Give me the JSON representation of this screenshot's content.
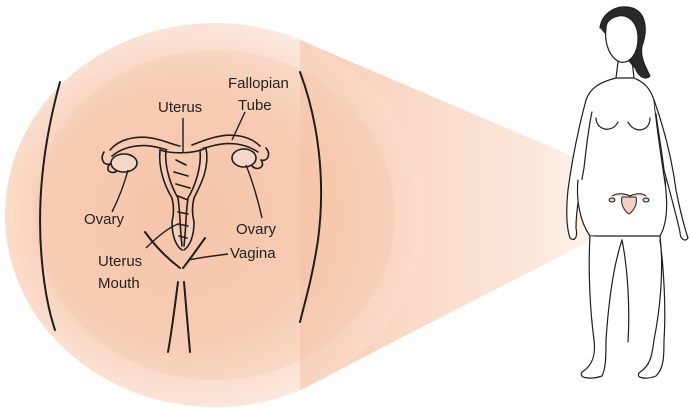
{
  "labels": {
    "uterus": "Uterus",
    "fallopian_tube_line1": "Fallopian",
    "fallopian_tube_line2": "Tube",
    "ovary_left": "Ovary",
    "ovary_right": "Ovary",
    "uterus_mouth_line1": "Uterus",
    "uterus_mouth_line2": "Mouth",
    "vagina": "Vagina"
  },
  "colors": {
    "magnifier_glow": "#f6c3a7",
    "line_art": "#1e1e1e",
    "background": "#ffffff"
  }
}
